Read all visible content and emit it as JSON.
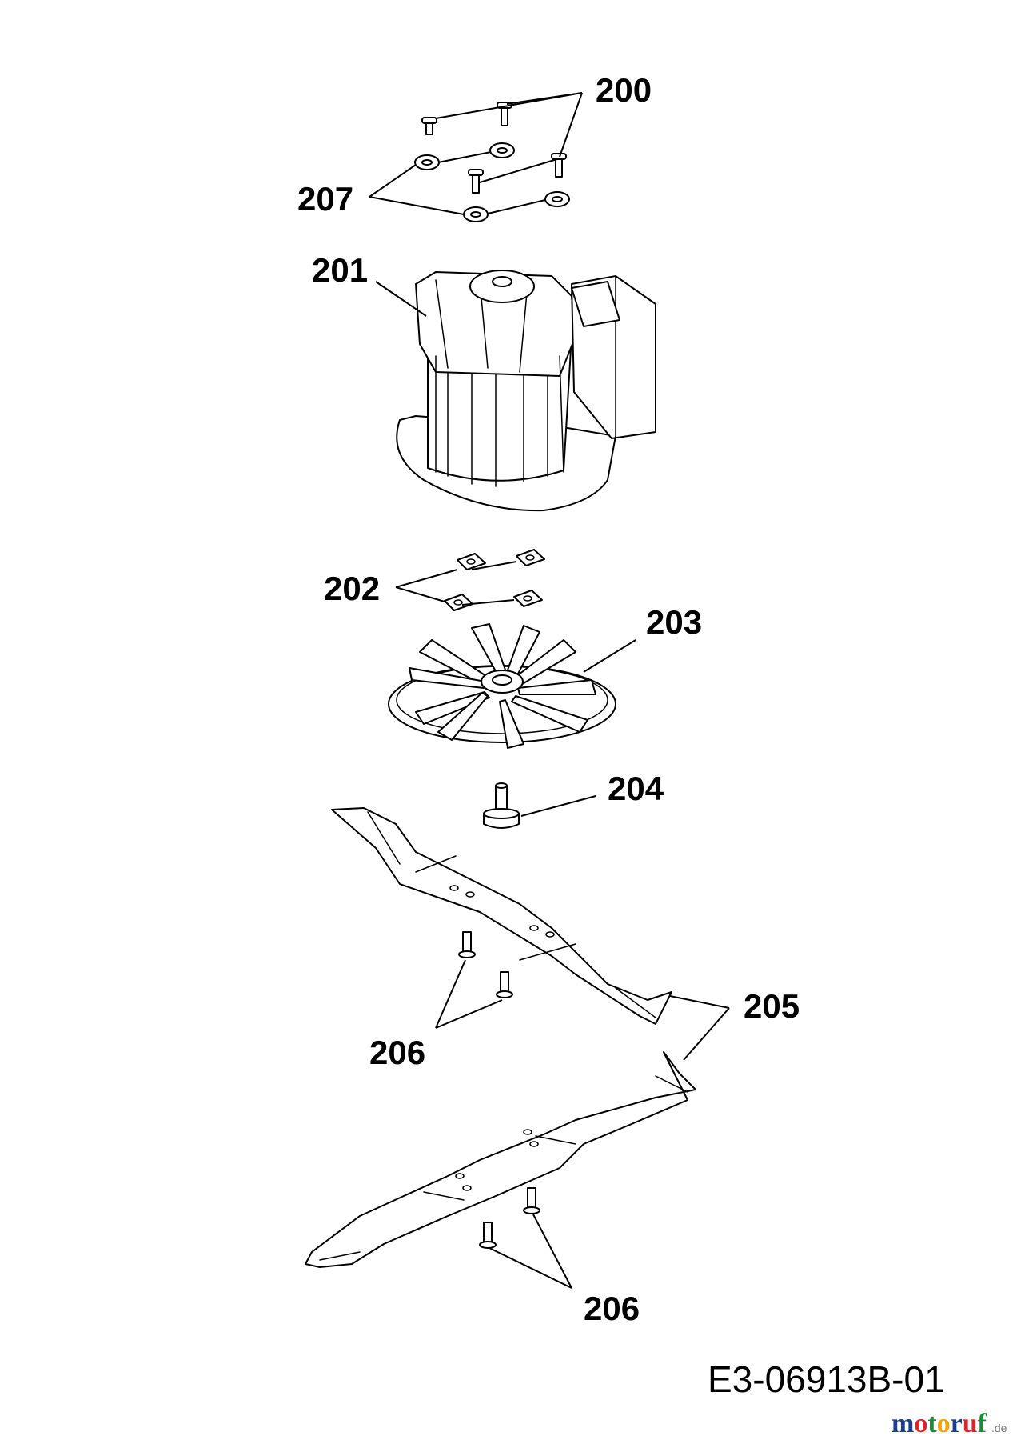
{
  "callouts": {
    "c200": "200",
    "c207": "207",
    "c201": "201",
    "c202": "202",
    "c203": "203",
    "c204": "204",
    "c205": "205",
    "c206a": "206",
    "c206b": "206"
  },
  "drawing_code": "E3-06913B-01",
  "watermark": {
    "brand": "motoruf",
    "suffix": ".de",
    "colors": {
      "m": "#1a3d8f",
      "o1": "#d8262e",
      "t": "#1f8a3b",
      "o2": "#f0a400",
      "r": "#1a3d8f",
      "u": "#d8262e",
      "f": "#1f8a3b"
    }
  }
}
